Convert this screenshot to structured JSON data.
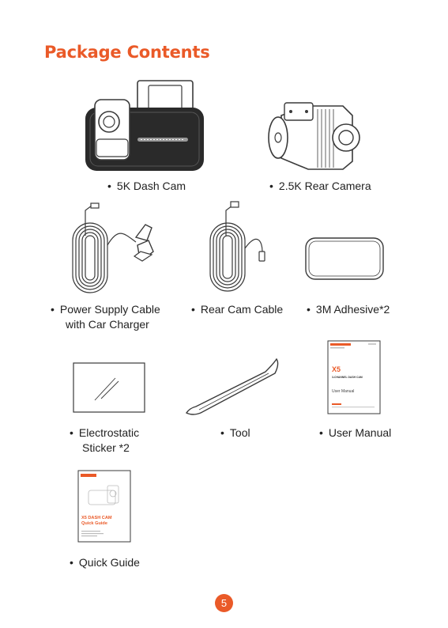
{
  "colors": {
    "accent": "#EA5A28",
    "text": "#222222",
    "line": "#3a3a3a"
  },
  "title": "Package Contents",
  "items": [
    {
      "bullet": "•",
      "lines": [
        "5K Dash Cam"
      ],
      "icon": "dash-cam-icon"
    },
    {
      "bullet": "•",
      "lines": [
        "2.5K Rear Camera"
      ],
      "icon": "rear-camera-icon"
    },
    {
      "bullet": "•",
      "lines": [
        "Power Supply Cable",
        "with Car Charger"
      ],
      "icon": "power-cable-icon"
    },
    {
      "bullet": "•",
      "lines": [
        "Rear Cam Cable"
      ],
      "icon": "rear-cable-icon"
    },
    {
      "bullet": "•",
      "lines": [
        "3M Adhesive*2"
      ],
      "icon": "adhesive-pad-icon"
    },
    {
      "bullet": "•",
      "lines": [
        "Electrostatic",
        "Sticker *2"
      ],
      "icon": "sticker-icon"
    },
    {
      "bullet": "•",
      "lines": [
        "Tool"
      ],
      "icon": "pry-tool-icon"
    },
    {
      "bullet": "•",
      "lines": [
        "User Manual"
      ],
      "icon": "user-manual-icon"
    },
    {
      "bullet": "•",
      "lines": [
        "Quick Guide"
      ],
      "icon": "quick-guide-icon"
    }
  ],
  "user_manual_cover": {
    "model": "X5",
    "subtitle": "3-CHANNEL DASH CAM",
    "doc_title": "User Manual"
  },
  "quick_guide_cover": {
    "title_line1": "X5 DASH CAM",
    "title_line2": "Quick Guide"
  },
  "page_number": "5"
}
